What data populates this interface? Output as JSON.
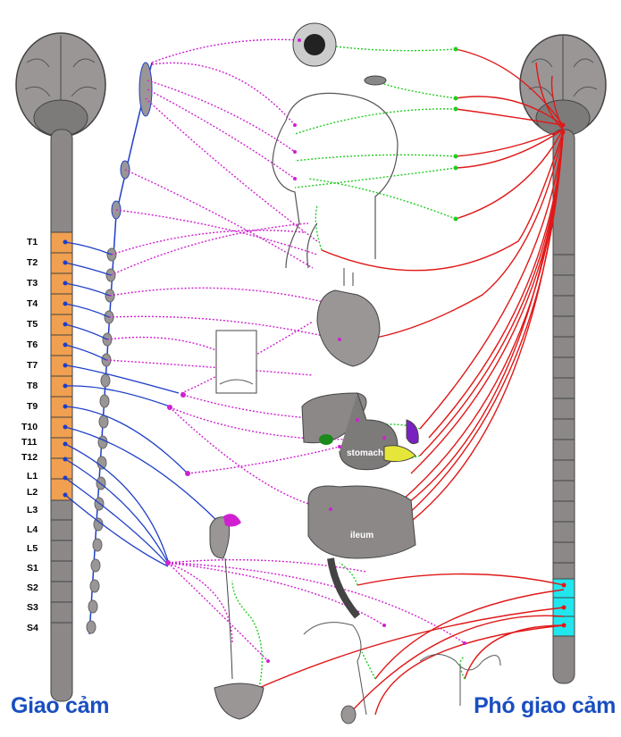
{
  "spinal_segments_left": [
    "T1",
    "T2",
    "T3",
    "T4",
    "T5",
    "T6",
    "T7",
    "T8",
    "T9",
    "T10",
    "T11",
    "T12",
    "L1",
    "L2",
    "L3",
    "L4",
    "L5",
    "S1",
    "S2",
    "S3",
    "S4"
  ],
  "organ_labels": {
    "stomach": "stomach",
    "ileum": "ileum"
  },
  "captions": {
    "sympathetic": "Giao cảm",
    "parasympathetic": "Phó giao cảm"
  },
  "colors": {
    "sympathetic_pre": "#1f3fc8",
    "sympathetic_post": "#d020d0",
    "parasympathetic_pre": "#e01818",
    "parasympathetic_post": "#22cc22",
    "thoracolumbar_outflow": "#f0a050",
    "sacral_outflow": "#22e6ee",
    "cord": "#8c8888",
    "caption": "#1a4fc0"
  }
}
